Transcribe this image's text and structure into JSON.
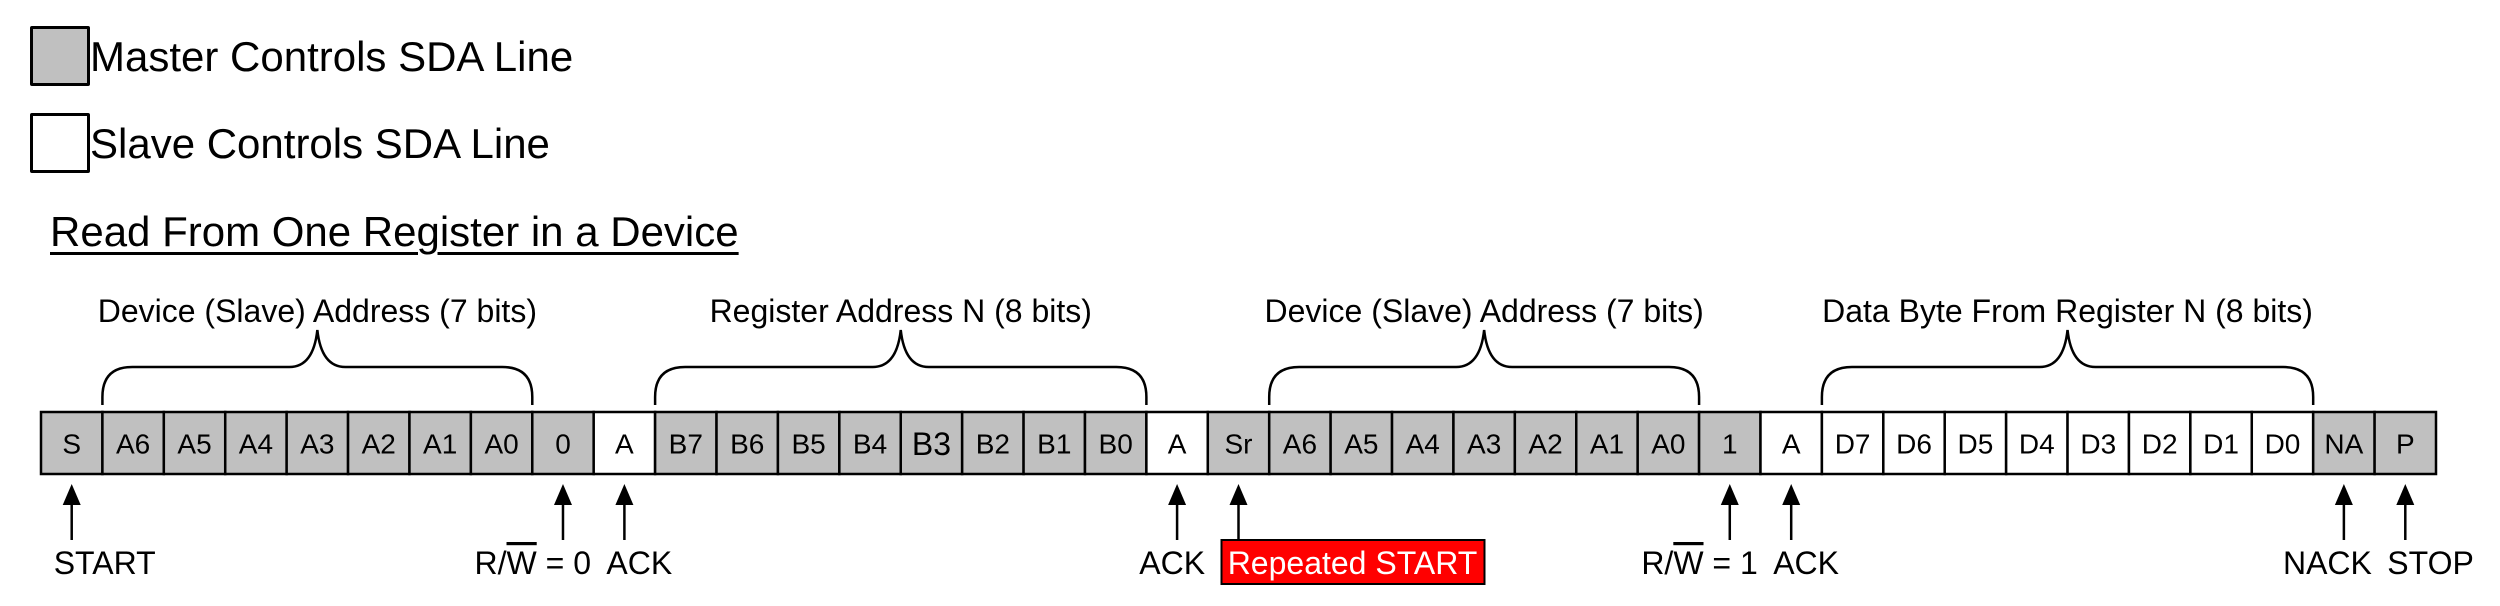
{
  "legend": {
    "items": [
      {
        "label": "Master Controls SDA Line",
        "fill": "#c0c0c0"
      },
      {
        "label": "Slave Controls SDA Line",
        "fill": "#ffffff"
      }
    ]
  },
  "title": "Read From One Register in a Device",
  "colors": {
    "master": "#c0c0c0",
    "slave": "#ffffff",
    "stroke": "#000000",
    "highlight": "#ff0000",
    "highlight_text": "#ffffff"
  },
  "frame": {
    "cells": [
      {
        "label": "S",
        "owner": "master"
      },
      {
        "label": "A6",
        "owner": "master"
      },
      {
        "label": "A5",
        "owner": "master"
      },
      {
        "label": "A4",
        "owner": "master"
      },
      {
        "label": "A3",
        "owner": "master"
      },
      {
        "label": "A2",
        "owner": "master"
      },
      {
        "label": "A1",
        "owner": "master"
      },
      {
        "label": "A0",
        "owner": "master"
      },
      {
        "label": "0",
        "owner": "master"
      },
      {
        "label": "A",
        "owner": "slave"
      },
      {
        "label": "B7",
        "owner": "master"
      },
      {
        "label": "B6",
        "owner": "master"
      },
      {
        "label": "B5",
        "owner": "master"
      },
      {
        "label": "B4",
        "owner": "master"
      },
      {
        "label": "B3",
        "owner": "master",
        "emphasis": true
      },
      {
        "label": "B2",
        "owner": "master"
      },
      {
        "label": "B1",
        "owner": "master"
      },
      {
        "label": "B0",
        "owner": "master"
      },
      {
        "label": "A",
        "owner": "slave"
      },
      {
        "label": "Sr",
        "owner": "master"
      },
      {
        "label": "A6",
        "owner": "master"
      },
      {
        "label": "A5",
        "owner": "master"
      },
      {
        "label": "A4",
        "owner": "master"
      },
      {
        "label": "A3",
        "owner": "master"
      },
      {
        "label": "A2",
        "owner": "master"
      },
      {
        "label": "A1",
        "owner": "master"
      },
      {
        "label": "A0",
        "owner": "master"
      },
      {
        "label": "1",
        "owner": "master"
      },
      {
        "label": "A",
        "owner": "slave"
      },
      {
        "label": "D7",
        "owner": "slave"
      },
      {
        "label": "D6",
        "owner": "slave"
      },
      {
        "label": "D5",
        "owner": "slave"
      },
      {
        "label": "D4",
        "owner": "slave"
      },
      {
        "label": "D3",
        "owner": "slave"
      },
      {
        "label": "D2",
        "owner": "slave"
      },
      {
        "label": "D1",
        "owner": "slave"
      },
      {
        "label": "D0",
        "owner": "slave"
      },
      {
        "label": "NA",
        "owner": "master"
      },
      {
        "label": "P",
        "owner": "master"
      }
    ],
    "braces": [
      {
        "label": "Device (Slave) Address (7 bits)",
        "from_cell": 1,
        "to_cell": 7
      },
      {
        "label": "Register Address N (8 bits)",
        "from_cell": 10,
        "to_cell": 17
      },
      {
        "label": "Device (Slave) Address (7 bits)",
        "from_cell": 20,
        "to_cell": 26
      },
      {
        "label": "Data Byte From Register N (8 bits)",
        "from_cell": 29,
        "to_cell": 36
      }
    ],
    "markers": [
      {
        "cell": 0,
        "label": "START",
        "align": "left"
      },
      {
        "cell": 8,
        "label": "R/W = 0",
        "align": "right",
        "overline": "W"
      },
      {
        "cell": 9,
        "label": "ACK",
        "align": "left"
      },
      {
        "cell": 18,
        "label": "ACK",
        "align": "right"
      },
      {
        "cell": 19,
        "label": "Repeated START",
        "align": "left",
        "highlight": true
      },
      {
        "cell": 27,
        "label": "R/W = 1",
        "align": "right",
        "overline": "W"
      },
      {
        "cell": 28,
        "label": "ACK",
        "align": "left"
      },
      {
        "cell": 37,
        "label": "NACK",
        "align": "right"
      },
      {
        "cell": 38,
        "label": "STOP",
        "align": "left"
      }
    ]
  }
}
